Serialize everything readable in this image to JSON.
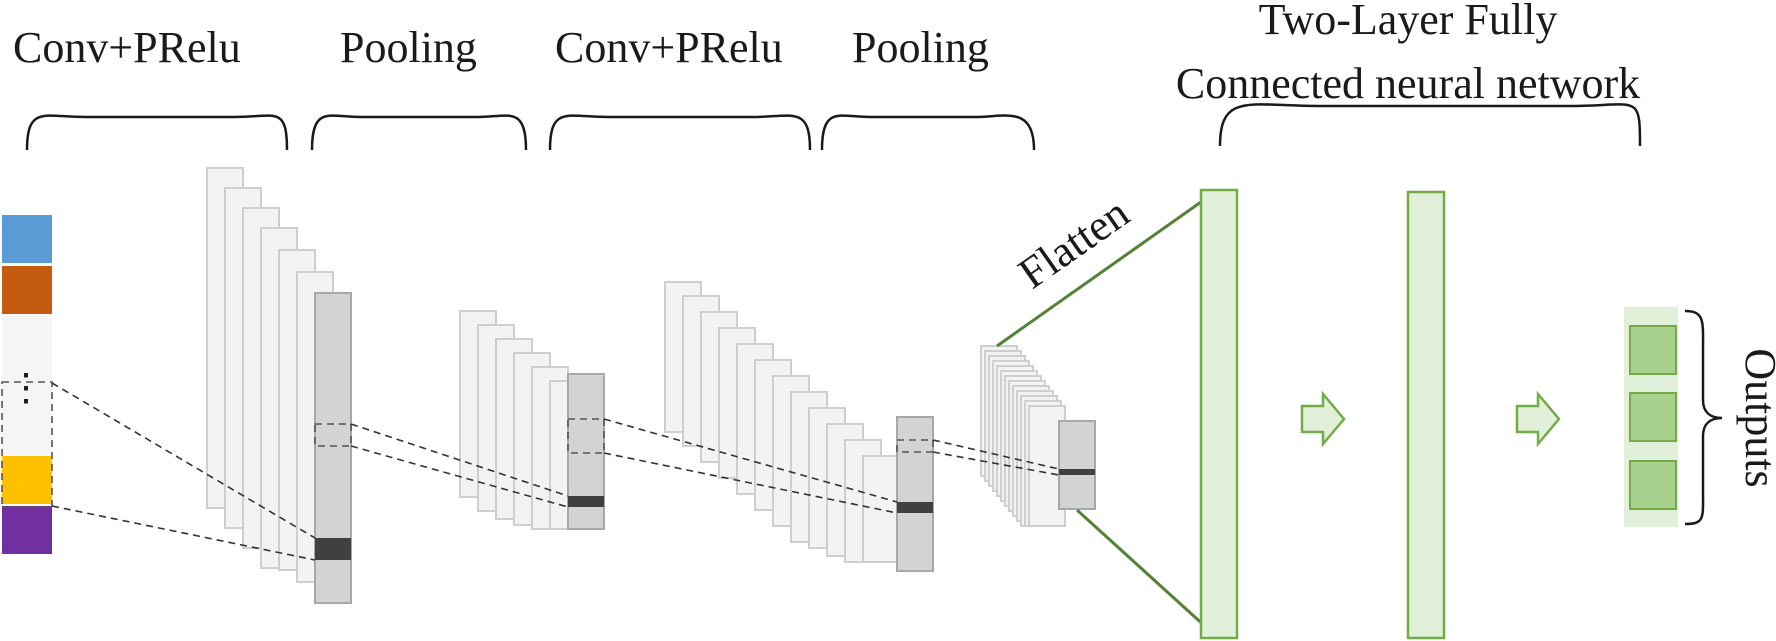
{
  "labels": {
    "conv1": "Conv+PRelu",
    "pool1": "Pooling",
    "conv2": "Conv+PRelu",
    "pool2": "Pooling",
    "fc_line1": "Two-Layer Fully",
    "fc_line2": "Connected neural network",
    "flatten": "Flatten",
    "outputs": "Outputs",
    "input_ellipsis": "⋮"
  },
  "colors": {
    "input_cells": [
      "#5b9bd5",
      "#c55a11",
      "#f5f5f5",
      "#f5f5f5",
      "#ffc000",
      "#7030a0"
    ],
    "fc_fill": "#e2f0d9",
    "fc_stroke": "#70ad47",
    "output_cell": "#a9d18e",
    "feature_map": "#f3f3f3",
    "feature_front": "#d3d3d3",
    "highlight": "#404040"
  },
  "icons": [
    "right-arrow-icon",
    "right-arrow-icon"
  ]
}
